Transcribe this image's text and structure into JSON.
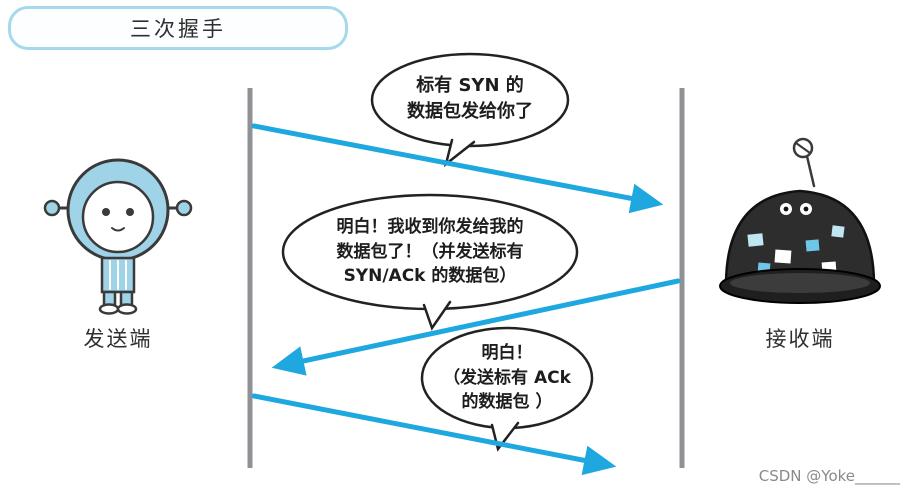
{
  "title": {
    "label": "三次握手"
  },
  "nodes": {
    "sender": {
      "label": "发送端"
    },
    "receiver": {
      "label": "接收端"
    }
  },
  "bubbles": [
    {
      "lines": [
        "标有 SYN 的",
        "数据包发给你了"
      ]
    },
    {
      "lines": [
        "明白！我收到你发给我的",
        "数据包了！（并发送标有",
        "SYN/ACk 的数据包）"
      ]
    },
    {
      "lines": [
        "明白！",
        "（发送标有 ACk",
        "的数据包 ）"
      ]
    }
  ],
  "colors": {
    "arrow": "#1fa8e0",
    "timeline": "#8f9194",
    "title_border": "#a6d9ec",
    "bubble_outline": "#222222"
  },
  "watermark": "CSDN @Yoke______"
}
